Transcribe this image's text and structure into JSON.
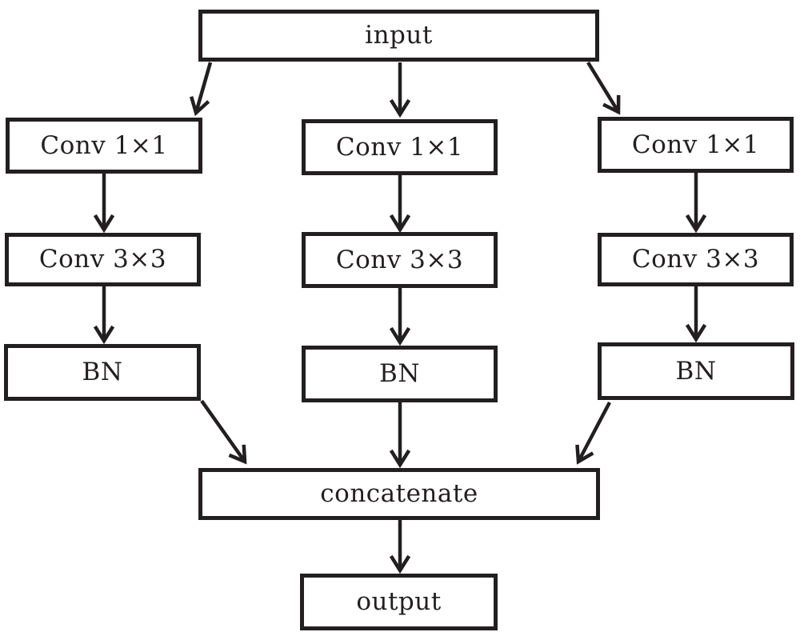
{
  "diagram": {
    "type": "flowchart",
    "description": "Multi-branch convolution module: input fans out to three parallel Conv 1x1 - Conv 3x3 - BN branches whose outputs are concatenated to produce the output",
    "background_color": "#ffffff",
    "line_color": "#231f20",
    "nodes": {
      "input": "input",
      "branches": [
        {
          "conv1": "Conv 1×1",
          "conv2": "Conv 3×3",
          "bn": "BN"
        },
        {
          "conv1": "Conv 1×1",
          "conv2": "Conv 3×3",
          "bn": "BN"
        },
        {
          "conv1": "Conv 1×1",
          "conv2": "Conv 3×3",
          "bn": "BN"
        }
      ],
      "concatenate": "concatenate",
      "output": "output"
    },
    "edges": [
      {
        "from": "input",
        "to": "branch1.conv1"
      },
      {
        "from": "input",
        "to": "branch2.conv1"
      },
      {
        "from": "input",
        "to": "branch3.conv1"
      },
      {
        "from": "branch1.conv1",
        "to": "branch1.conv2"
      },
      {
        "from": "branch2.conv1",
        "to": "branch2.conv2"
      },
      {
        "from": "branch3.conv1",
        "to": "branch3.conv2"
      },
      {
        "from": "branch1.conv2",
        "to": "branch1.bn"
      },
      {
        "from": "branch2.conv2",
        "to": "branch2.bn"
      },
      {
        "from": "branch3.conv2",
        "to": "branch3.bn"
      },
      {
        "from": "branch1.bn",
        "to": "concatenate"
      },
      {
        "from": "branch2.bn",
        "to": "concatenate"
      },
      {
        "from": "branch3.bn",
        "to": "concatenate"
      },
      {
        "from": "concatenate",
        "to": "output"
      }
    ]
  }
}
